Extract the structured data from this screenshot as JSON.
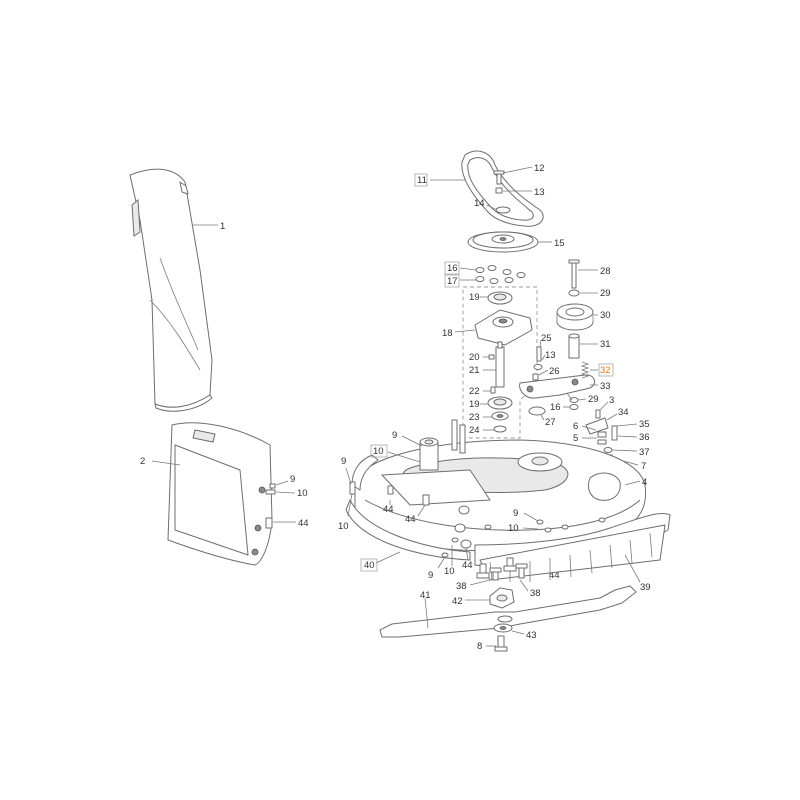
{
  "diagram": {
    "callouts": {
      "c1": "1",
      "c2": "2",
      "c3": "3",
      "c4": "4",
      "c5": "5",
      "c6": "6",
      "c7": "7",
      "c8": "8",
      "c9a": "9",
      "c9b": "9",
      "c9c": "9",
      "c9d": "9",
      "c9e": "9",
      "c10a": "10",
      "c10b": "10",
      "c10c": "10",
      "c10d": "10",
      "c10e": "10",
      "c11": "11",
      "c12": "12",
      "c13a": "13",
      "c13b": "13",
      "c14": "14",
      "c15": "15",
      "c16a": "16",
      "c16b": "16",
      "c17": "17",
      "c18": "18",
      "c19a": "19",
      "c19b": "19",
      "c20": "20",
      "c21": "21",
      "c22": "22",
      "c23": "23",
      "c24": "24",
      "c25": "25",
      "c26": "26",
      "c27": "27",
      "c28": "28",
      "c29a": "29",
      "c29b": "29",
      "c30": "30",
      "c31": "31",
      "c32": "32",
      "c33": "33",
      "c34": "34",
      "c35": "35",
      "c36": "36",
      "c37": "37",
      "c38a": "38",
      "c38b": "38",
      "c39": "39",
      "c40": "40",
      "c41": "41",
      "c42": "42",
      "c43": "43",
      "c44a": "44",
      "c44b": "44",
      "c44c": "44",
      "c44d": "44"
    },
    "colors": {
      "line": "#6e6e6e",
      "text": "#333333",
      "highlight": "#e07a1f"
    }
  }
}
